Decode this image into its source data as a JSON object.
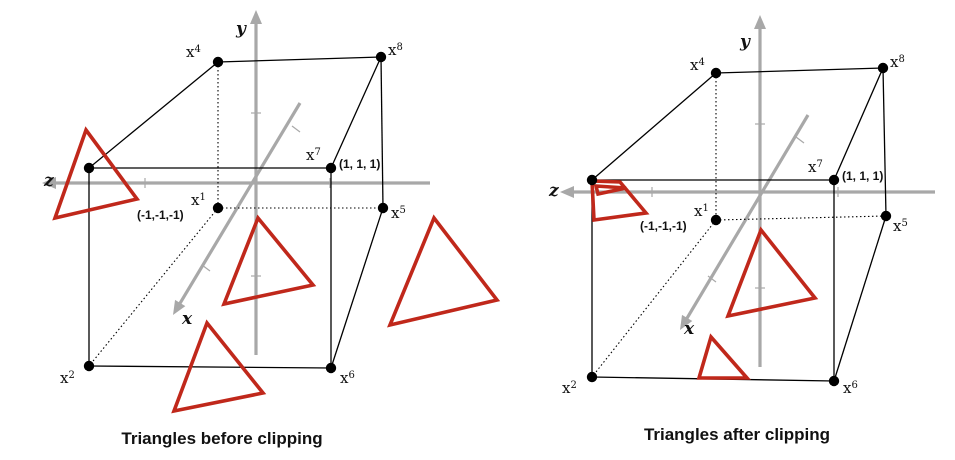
{
  "panels": [
    {
      "id": "before",
      "caption": "Triangles before clipping",
      "axes": {
        "x": "x",
        "y": "y",
        "z": "z"
      },
      "corner_labels": {
        "min": "(-1,-1,-1)",
        "max": "(1, 1, 1)"
      },
      "vertices": [
        {
          "base": "x",
          "sub": "1"
        },
        {
          "base": "x",
          "sub": "2"
        },
        {
          "base": "x",
          "sub": "4"
        },
        {
          "base": "x",
          "sub": "5"
        },
        {
          "base": "x",
          "sub": "6"
        },
        {
          "base": "x",
          "sub": "7"
        },
        {
          "base": "x",
          "sub": "8"
        }
      ],
      "triangle_count": 4
    },
    {
      "id": "after",
      "caption": "Triangles after clipping",
      "axes": {
        "x": "x",
        "y": "y",
        "z": "z"
      },
      "corner_labels": {
        "min": "(-1,-1,-1)",
        "max": "(1, 1, 1)"
      },
      "vertices": [
        {
          "base": "x",
          "sub": "1"
        },
        {
          "base": "x",
          "sub": "2"
        },
        {
          "base": "x",
          "sub": "4"
        },
        {
          "base": "x",
          "sub": "5"
        },
        {
          "base": "x",
          "sub": "6"
        },
        {
          "base": "x",
          "sub": "7"
        },
        {
          "base": "x",
          "sub": "8"
        }
      ],
      "triangle_count": 4
    }
  ],
  "colors": {
    "triangle": "#c0281b",
    "axis": "#a8a8a8",
    "edge": "#000000"
  }
}
